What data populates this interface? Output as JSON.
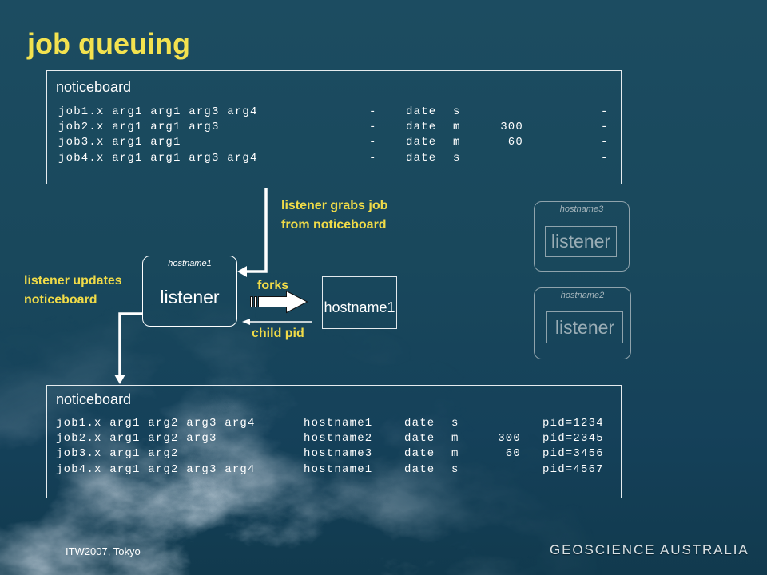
{
  "slide": {
    "title": "job queuing",
    "footer": "ITW2007, Tokyo",
    "logo_text": "GEOSCIENCE AUSTRALIA"
  },
  "colors": {
    "title": "#f3e24f",
    "annotation": "#f0db48",
    "text": "#ffffff",
    "faded": "#9aadb5"
  },
  "noticeboard_before": {
    "label": "noticeboard",
    "rows": [
      {
        "job": "job1.x arg1 arg1 arg3 arg4",
        "host": "-",
        "date": "date",
        "unit": "s",
        "pid": "-"
      },
      {
        "job": "job2.x arg1 arg1 arg3",
        "host": "-",
        "date": "date",
        "unit": "m",
        "interval": "300",
        "pid": "-"
      },
      {
        "job": "job3.x arg1 arg1",
        "host": "-",
        "date": "date",
        "unit": "m",
        "interval": "60",
        "pid": "-"
      },
      {
        "job": "job4.x arg1 arg1 arg3 arg4",
        "host": "-",
        "date": "date",
        "unit": "s",
        "pid": "-"
      }
    ]
  },
  "noticeboard_after": {
    "label": "noticeboard",
    "rows": [
      {
        "job": "job1.x arg1 arg2 arg3 arg4",
        "host": "hostname1",
        "date": "date",
        "unit": "s",
        "pid": "pid=1234"
      },
      {
        "job": "job2.x arg1 arg2 arg3",
        "host": "hostname2",
        "date": "date",
        "unit": "m",
        "interval": "300",
        "pid": "pid=2345"
      },
      {
        "job": "job3.x arg1 arg2",
        "host": "hostname3",
        "date": "date",
        "unit": "m",
        "interval": "60",
        "pid": "pid=3456"
      },
      {
        "job": "job4.x arg1 arg2 arg3 arg4",
        "host": "hostname1",
        "date": "date",
        "unit": "s",
        "pid": "pid=4567"
      }
    ]
  },
  "listeners": {
    "active": {
      "hostname": "hostname1",
      "label": "listener"
    },
    "idle_hostname3": {
      "hostname": "hostname3",
      "label": "listener"
    },
    "idle_hostname2": {
      "hostname": "hostname2",
      "label": "listener"
    }
  },
  "child_process": {
    "label": "hostname1"
  },
  "annotations": {
    "grab_line1": "listener grabs job",
    "grab_line2": "from noticeboard",
    "update_line1": "listener updates",
    "update_line2": "noticeboard",
    "forks": "forks",
    "child_pid": "child pid"
  }
}
